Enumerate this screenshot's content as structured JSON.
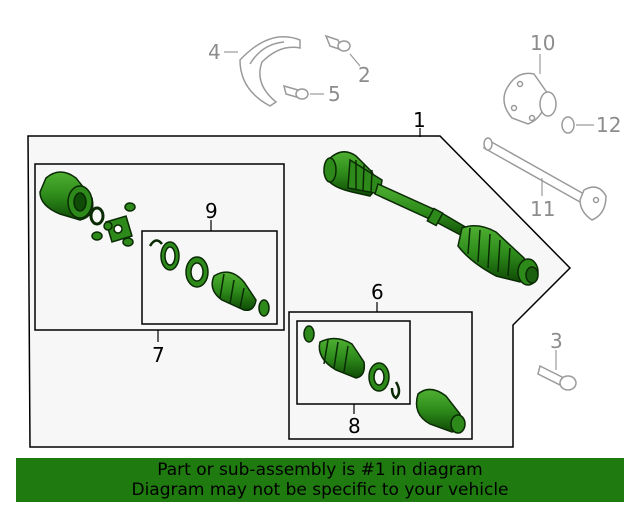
{
  "callouts": {
    "c1": "1",
    "c2": "2",
    "c3": "3",
    "c4": "4",
    "c5": "5",
    "c6": "6",
    "c7": "7",
    "c8": "8",
    "c9": "9",
    "c10": "10",
    "c11": "11",
    "c12": "12"
  },
  "banner": {
    "line1": "Part or sub-assembly is #1 in diagram",
    "line2": "Diagram may not be specific to your vehicle"
  },
  "colors": {
    "part_green": "#2d8a1a",
    "part_dark_green": "#0f4a06",
    "banner_green": "#1f7a10",
    "gray_part": "#9a9a9a"
  }
}
